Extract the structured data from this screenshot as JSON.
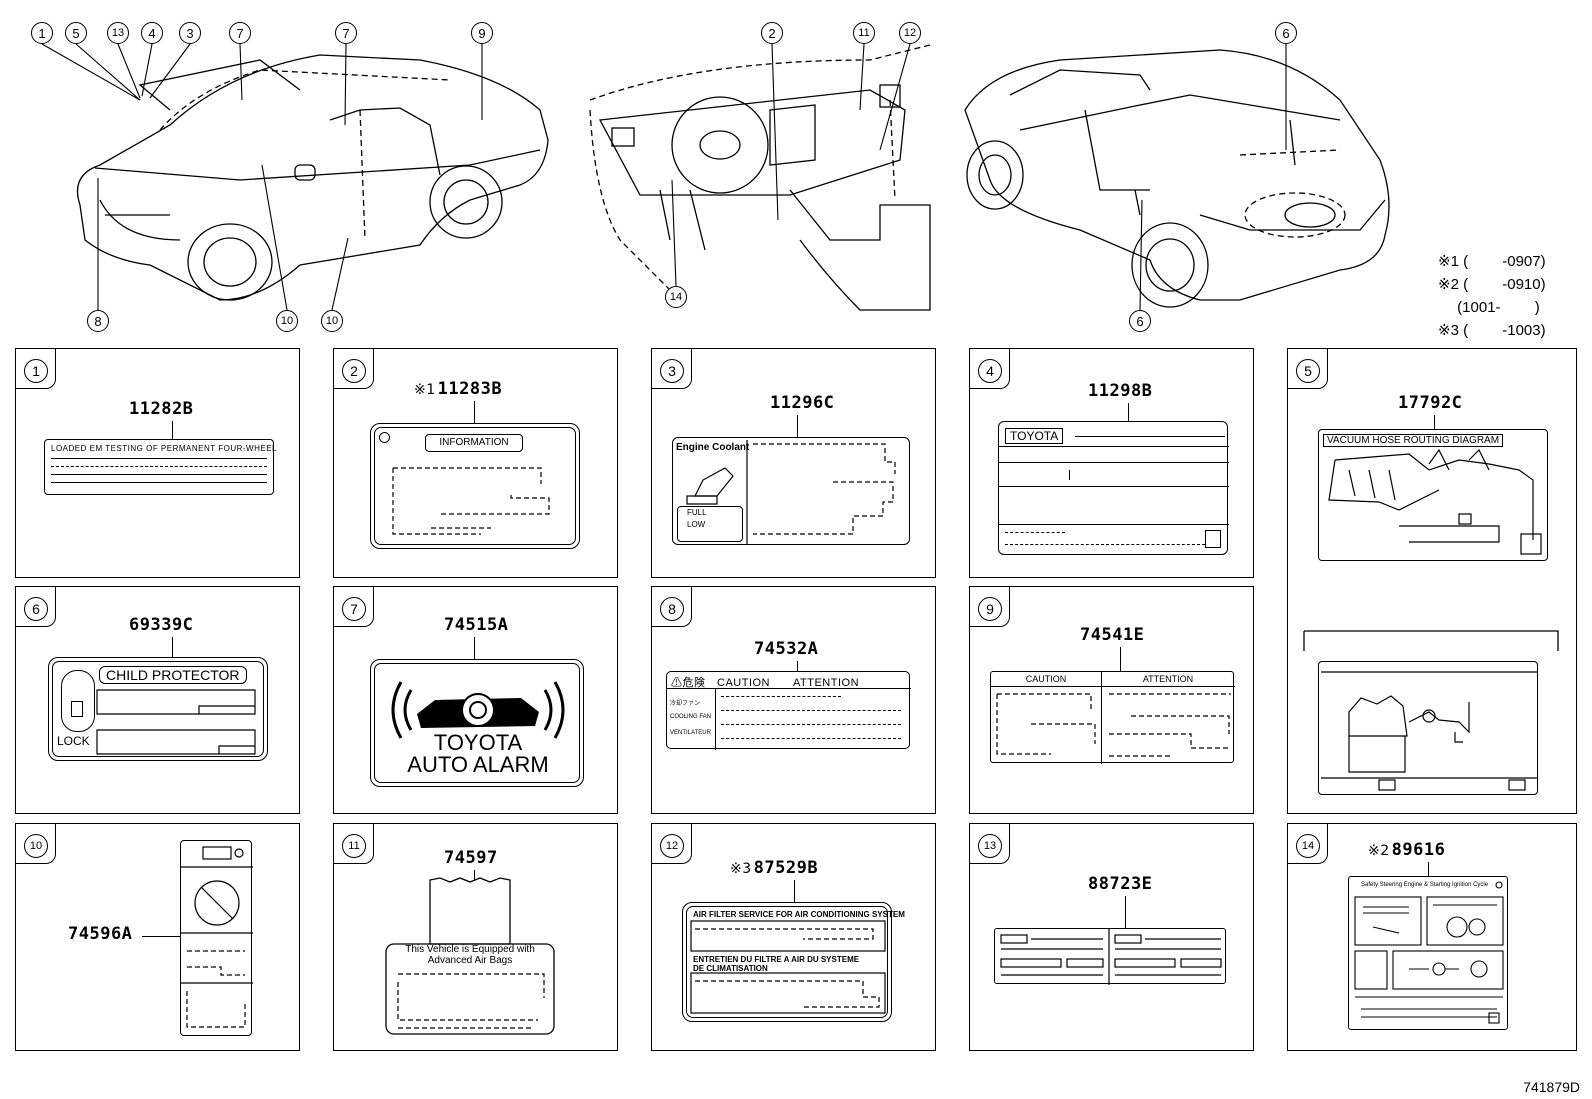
{
  "top_callouts": {
    "c1": "1",
    "c5": "5",
    "c13": "13",
    "c4": "4",
    "c3": "3",
    "c7a": "7",
    "c7b": "7",
    "c9": "9",
    "c8": "8",
    "c10a": "10",
    "c10b": "10",
    "c2": "2",
    "c11": "11",
    "c12": "12",
    "c14": "14",
    "c6a": "6",
    "c6b": "6"
  },
  "notes": "※1 (　　 -0907)\n※2 (　　 -0910)\n　 (1001-　　 )\n※3 (　　 -1003)",
  "panels": [
    {
      "num": "1",
      "part": "11282B",
      "text": "LOADED EM TESTING OF PERMANENT FOUR-WHEEL"
    },
    {
      "num": "2",
      "mark": "※1",
      "part": "11283B",
      "text": "INFORMATION"
    },
    {
      "num": "3",
      "part": "11296C",
      "text": "Engine Coolant",
      "text2": "FULL",
      "text3": "LOW"
    },
    {
      "num": "4",
      "part": "11298B",
      "text": "TOYOTA"
    },
    {
      "num": "5",
      "part": "17792C",
      "text": "VACUUM HOSE ROUTING DIAGRAM"
    },
    {
      "num": "6",
      "part": "69339C",
      "text": "CHILD PROTECTOR",
      "text2": "LOCK"
    },
    {
      "num": "7",
      "part": "74515A",
      "text": "TOYOTA",
      "text2": "AUTO ALARM"
    },
    {
      "num": "8",
      "part": "74532A",
      "text": "⚠危険　CAUTION　　ATTENTION",
      "text2": "冷却ファン",
      "text3": "COOLING FAN",
      "text4": "VENTILATEUR"
    },
    {
      "num": "9",
      "part": "74541E",
      "text": "CAUTION",
      "text2": "ATTENTION"
    },
    {
      "num": "10",
      "part": "74596A"
    },
    {
      "num": "11",
      "part": "74597",
      "text": "This Vehicle is Equipped with",
      "text2": "Advanced Air Bags"
    },
    {
      "num": "12",
      "mark": "※3",
      "part": "87529B",
      "text": "AIR FILTER SERVICE FOR AIR CONDITIONING SYSTEM",
      "text2": "ENTRETIEN DU FILTRE A AIR DU SYSTEME",
      "text3": "DE CLIMATISATION"
    },
    {
      "num": "13",
      "part": "88723E"
    },
    {
      "num": "14",
      "mark": "※2",
      "part": "89616",
      "text": "Safety Steering Engine & Starting Ignition Cycle"
    }
  ],
  "reference_code": "741879D"
}
